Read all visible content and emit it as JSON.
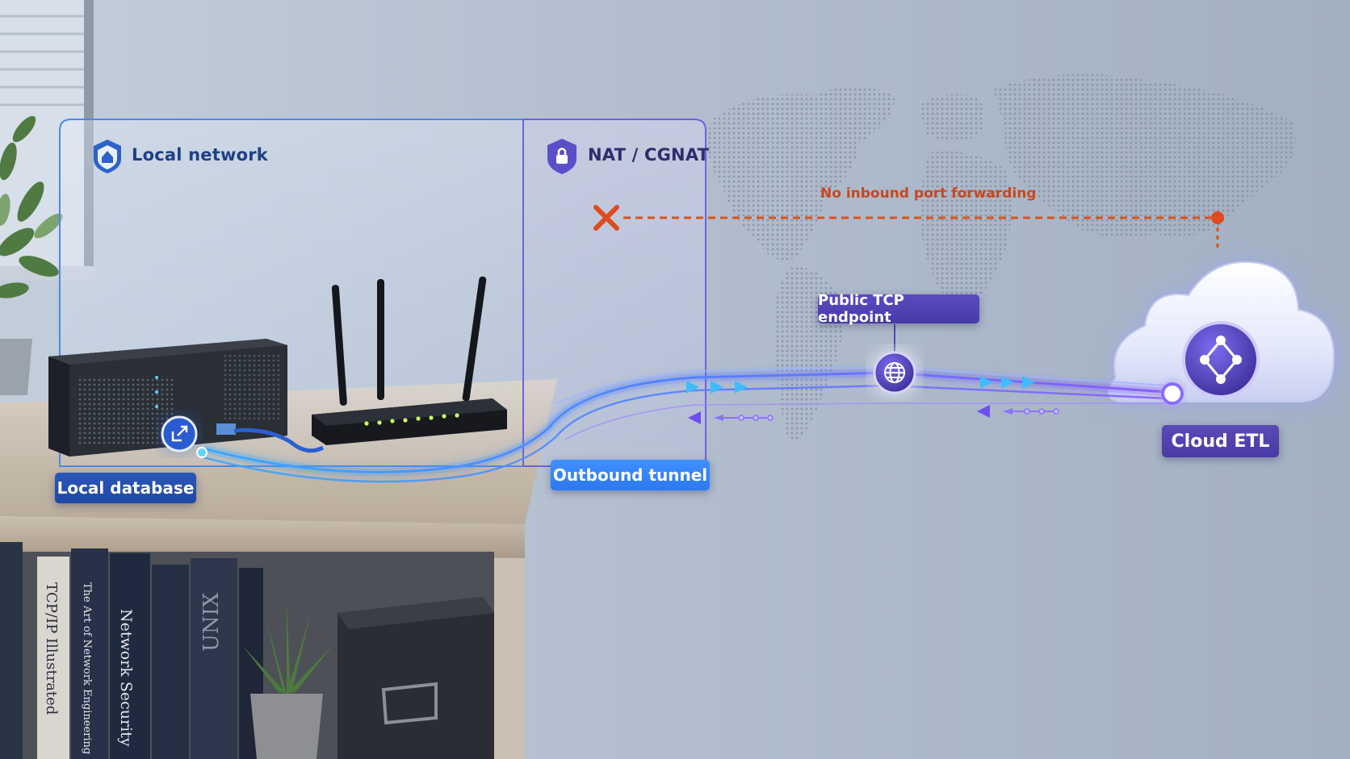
{
  "zones": {
    "local_network": {
      "title": "Local network",
      "icon": "home-shield-icon"
    },
    "nat": {
      "title": "NAT / CGNAT",
      "icon": "lock-shield-icon"
    }
  },
  "blocked": {
    "label": "No inbound port forwarding",
    "icon": "x-mark-icon"
  },
  "labels": {
    "local_database": "Local database",
    "outbound_tunnel": "Outbound tunnel",
    "public_endpoint": "Public TCP endpoint",
    "cloud_etl": "Cloud ETL"
  },
  "icons": {
    "database_node": "external-link-icon",
    "endpoint_node": "globe-icon",
    "cloud_node": "graph-nodes-icon"
  },
  "books": [
    "TCP/IP Illustrated",
    "The Art of Network Engineering",
    "Network Security",
    "UNIX"
  ],
  "colors": {
    "local_zone": "#2f6bdc",
    "nat_zone": "#5b4fd0",
    "tunnel": "#2f8cff",
    "tunnel_accent": "#6b4ff0",
    "blocked": "#d9531e",
    "pill_db": "#1f48a6",
    "pill_tunnel": "#2c78f0",
    "pill_etl": "#4a3aa4"
  }
}
